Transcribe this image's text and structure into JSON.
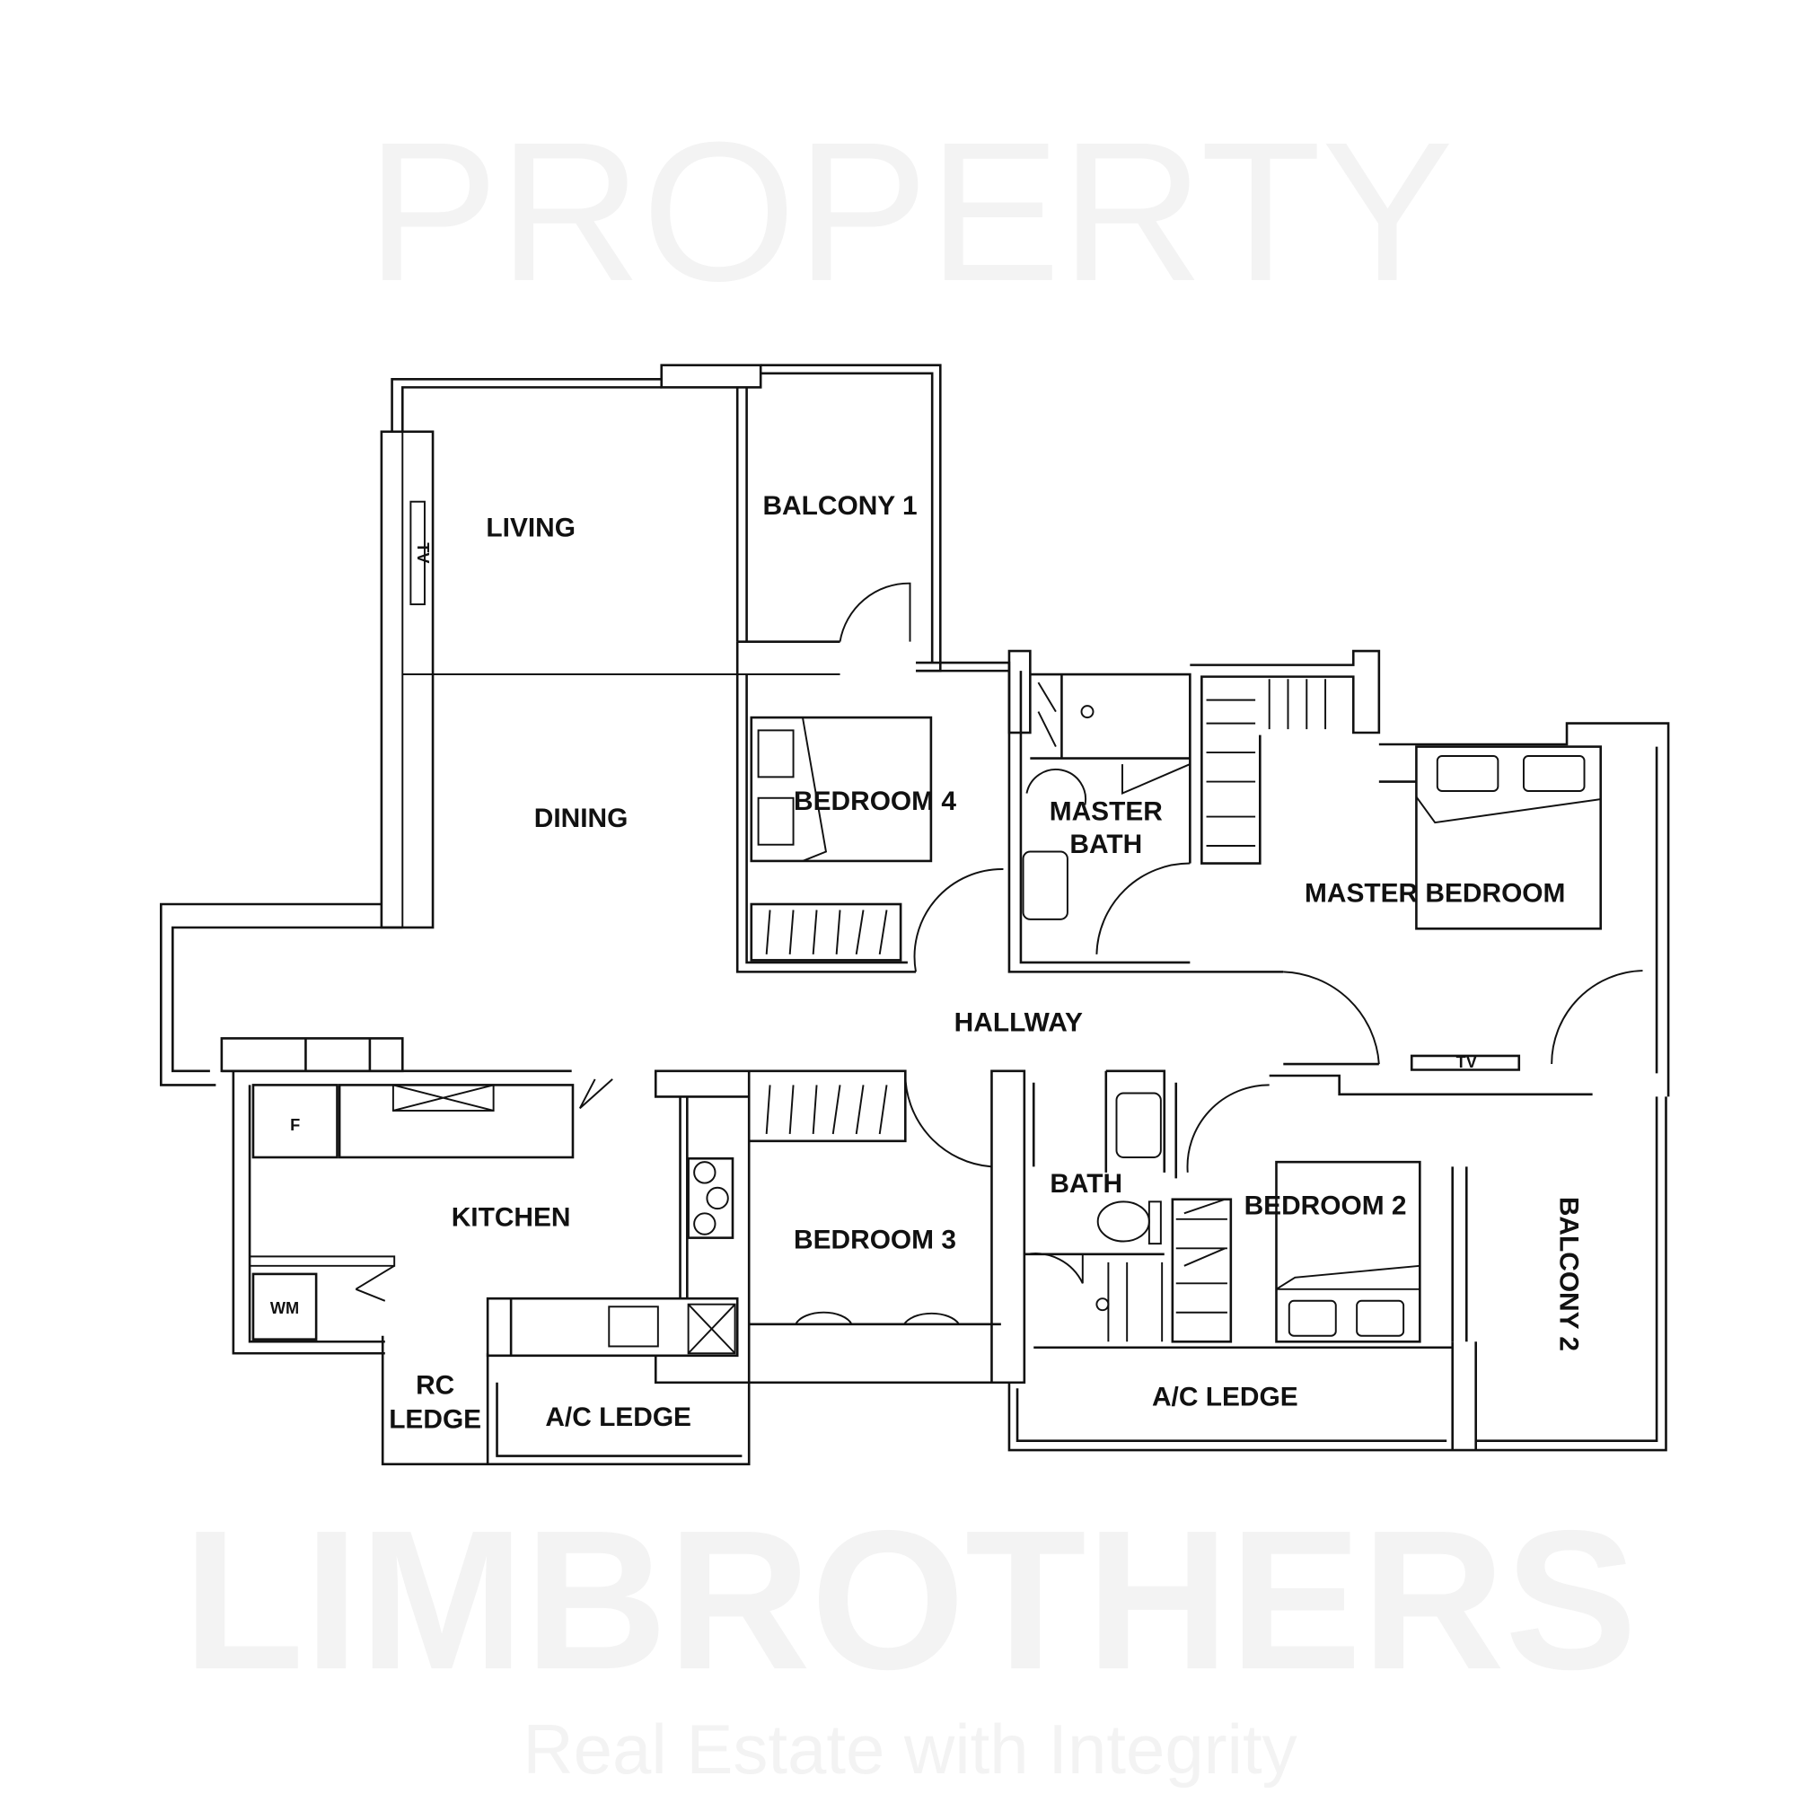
{
  "watermark": {
    "line1": "PROPERTY",
    "line2": "LIMBROTHERS",
    "line3": "Real Estate with Integrity"
  },
  "rooms": {
    "living": "LIVING",
    "balcony1": "BALCONY 1",
    "dining": "DINING",
    "bedroom4": "BEDROOM 4",
    "master_bath_1": "MASTER",
    "master_bath_2": "BATH",
    "master_bedroom": "MASTER BEDROOM",
    "hallway": "HALLWAY",
    "kitchen": "KITCHEN",
    "bedroom3": "BEDROOM 3",
    "bath": "BATH",
    "bedroom2": "BEDROOM 2",
    "balcony2": "BALCONY 2",
    "ac_ledge_left": "A/C LEDGE",
    "rc_ledge_1": "RC",
    "rc_ledge_2": "LEDGE",
    "ac_ledge_right": "A/C LEDGE"
  },
  "fixtures": {
    "fridge": "F",
    "washing_machine": "WM",
    "tv_living": "TV",
    "tv_master": "TV"
  },
  "colors": {
    "line": "#111111",
    "watermark": "#f3f3f3",
    "background": "#ffffff"
  }
}
